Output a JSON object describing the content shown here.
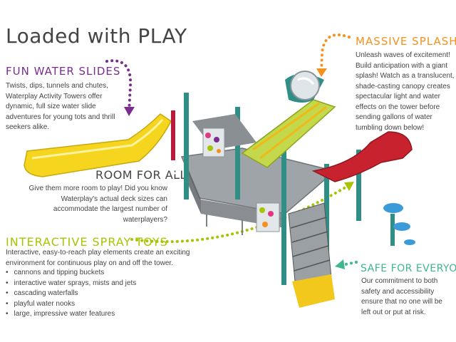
{
  "title": "Loaded with PLAY",
  "fun_water_slides": {
    "heading": "FUN WATER SLIDES",
    "text": "Twists, dips, tunnels and chutes, Waterplay Activity Towers offer dynamic, full size water slide adventures for young tots and thrill seekers alike."
  },
  "massive_splashes": {
    "heading": "MASSIVE SPLASHES",
    "text": "Unleash waves of excitement! Build anticipation with a giant splash! Watch as a translucent, shade-casting canopy creates spectacular light and water effects on the tower before sending gallons of water tumbling down below!"
  },
  "room_for_all": {
    "heading": "ROOM FOR ALL",
    "text": "Give them more room to play! Did you know Waterplay's actual deck sizes can accommodate the largest number of waterplayers?"
  },
  "interactive_spray_toys": {
    "heading": "INTERACTIVE SPRAY TOYS",
    "text": "Interactive, easy-to-reach play elements create an exciting environment for continuous play on and off the tower.",
    "items": [
      "cannons and tipping buckets",
      "interactive water sprays, mists and jets",
      "cascading waterfalls",
      "playful water nooks",
      "large, impressive water features"
    ]
  },
  "safe_for_everyone": {
    "heading": "SAFE FOR EVERYONE",
    "text": "Our commitment to both safety and accessibility ensure that no one will be left out or put at risk."
  },
  "colors": {
    "purple": "#7b2d8e",
    "orange": "#f5921e",
    "lime": "#a8c400",
    "teal": "#3fb68d"
  }
}
